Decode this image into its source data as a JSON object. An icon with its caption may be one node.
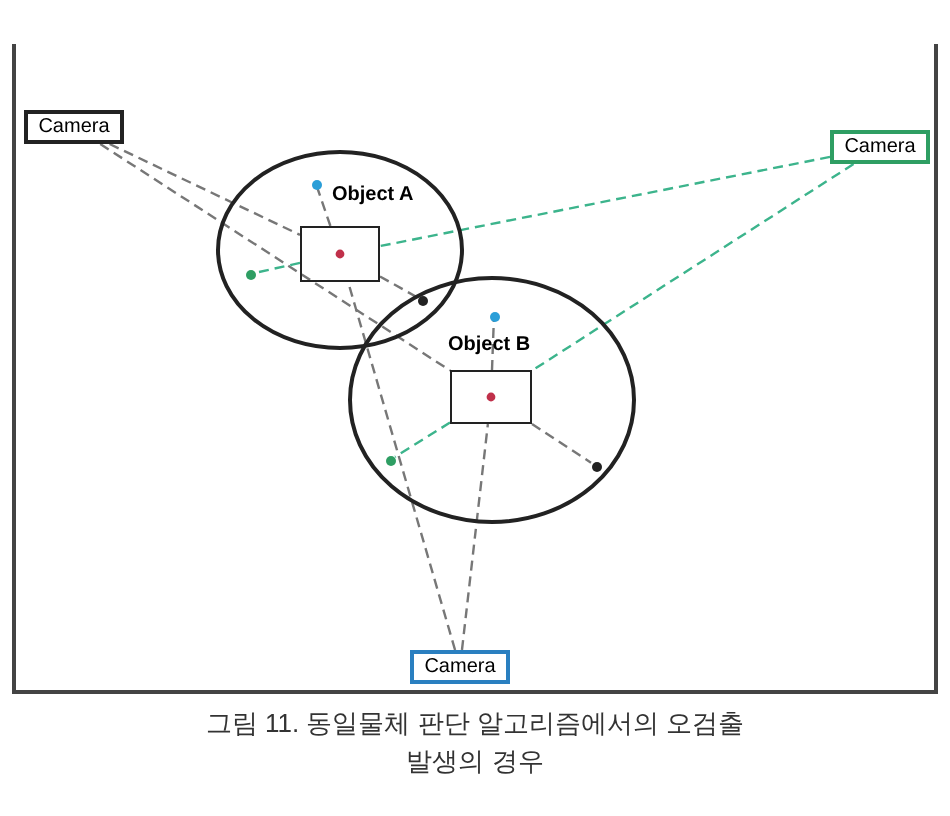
{
  "diagram": {
    "caption": "그림 11. 동일물체 판단 알고리즘에서의 오검출 발생의 경우",
    "nodes": [
      {
        "text": [
          "Camera"
        ]
      },
      {
        "text": [
          "Camera"
        ]
      },
      {
        "text": [
          "Object A"
        ]
      },
      {
        "text": [],
        "shape": "box",
        "in": 2
      },
      {
        "text": [
          "Object B"
        ]
      },
      {
        "text": [],
        "shape": "box",
        "in": 4
      },
      {
        "text": [
          "Camera"
        ]
      },
      {
        "text": [],
        "shape": "circle",
        "in": 2
      },
      {
        "text": [],
        "shape": "circle",
        "in": 2
      },
      {
        "text": [],
        "shape": "circle"
      },
      {
        "text": [],
        "shape": "circle",
        "in": 4
      },
      {
        "text": [],
        "shape": "circle",
        "in": 4
      },
      {
        "text": [],
        "shape": "circle",
        "in": 4
      }
    ],
    "edges": [
      {
        "from": 0,
        "to": 3,
        "arrow": "none",
        "style": "dashed"
      },
      {
        "from": 0,
        "to": 5,
        "arrow": "none",
        "style": "dashed"
      },
      {
        "from": 1,
        "to": 3,
        "arrow": "none",
        "style": "dashed",
        "color": "#3cb48c"
      },
      {
        "from": 1,
        "to": 5,
        "arrow": "none",
        "style": "dashed",
        "color": "#3cb48c"
      },
      {
        "from": 6,
        "to": 3,
        "arrow": "none",
        "style": "dashed"
      },
      {
        "from": 6,
        "to": 5,
        "arrow": "none",
        "style": "dashed"
      },
      {
        "from": 3,
        "to": 9,
        "arrow": "none",
        "style": "dashed"
      },
      {
        "from": 3,
        "to": 8,
        "arrow": "none",
        "style": "dashed",
        "color": "#3cb48c"
      },
      {
        "from": 3,
        "to": 7,
        "arrow": "none",
        "style": "dashed"
      },
      {
        "from": 5,
        "to": 12,
        "arrow": "none",
        "style": "dashed"
      },
      {
        "from": 5,
        "to": 11,
        "arrow": "none",
        "style": "dashed",
        "color": "#3cb48c"
      },
      {
        "from": 5,
        "to": 10,
        "arrow": "none",
        "style": "dashed"
      }
    ]
  }
}
